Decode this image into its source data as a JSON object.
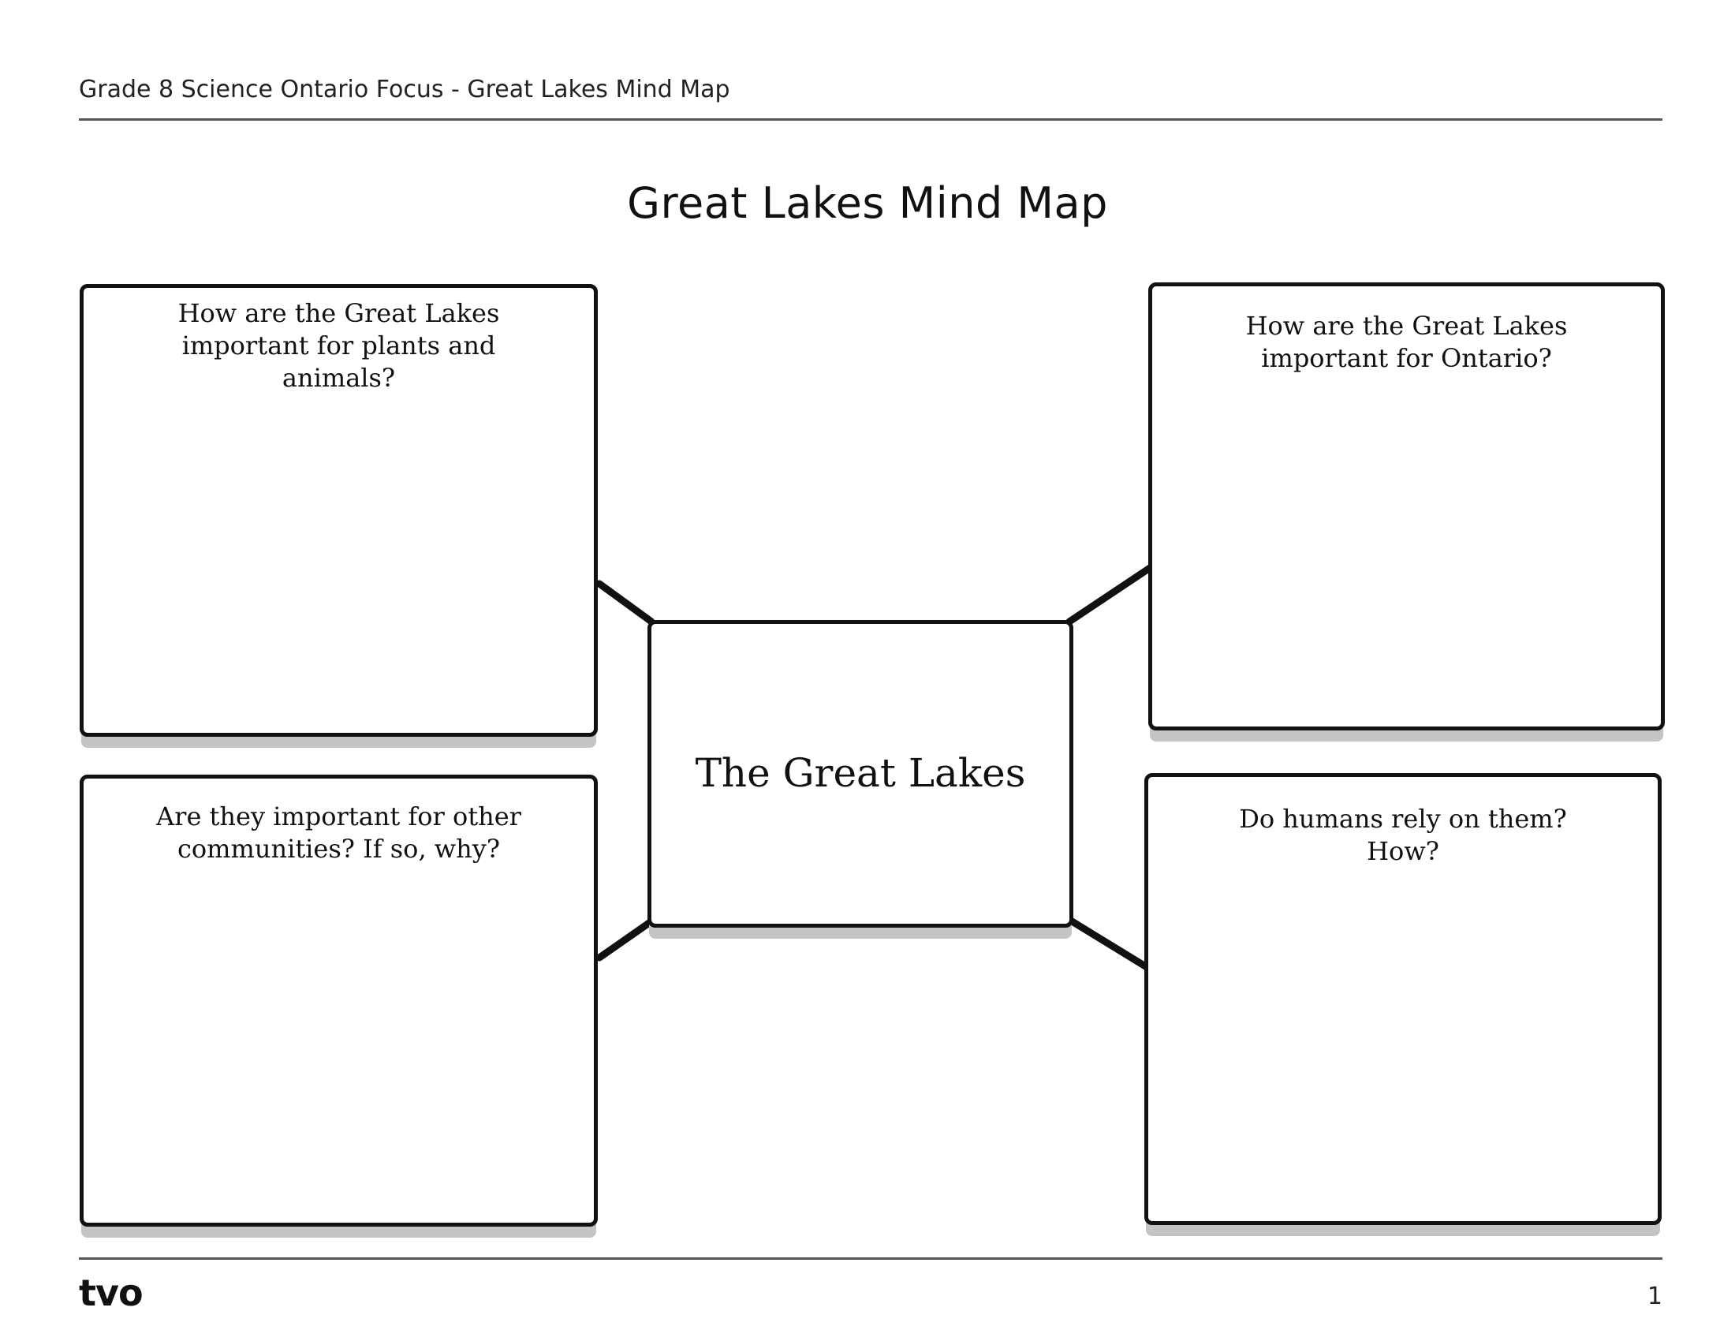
{
  "header": {
    "text": "Grade 8 Science Ontario Focus - Great Lakes Mind Map"
  },
  "title": "Great Lakes Mind Map",
  "center_box": {
    "label": "The Great Lakes"
  },
  "boxes": {
    "top_left": "How are the Great Lakes\nimportant for plants and\nanimals?",
    "top_right": "How are the Great Lakes\nimportant for Ontario?",
    "bottom_left": "Are they important for other\ncommunities? If so, why?",
    "bottom_right": "Do humans rely on them?\nHow?"
  },
  "footer": {
    "logo": "tvo",
    "page_number": "1"
  }
}
